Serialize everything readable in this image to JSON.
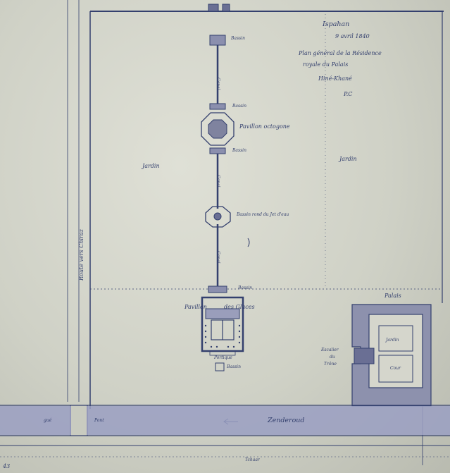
{
  "title_block": {
    "city": "Ispahan",
    "date": "9 avril 1840",
    "line1": "Plan général de la Résidence",
    "line2": "royale du Palais",
    "line3": "Hiné-Khané",
    "initials": "P.C"
  },
  "labels": {
    "bassin_top": "Bassin",
    "canal_upper": "Canal",
    "bassin_2": "Bassin",
    "pavillon_octo": "Pavillon octogone",
    "bassin_3": "Bassin",
    "jardin_left": "Jardin",
    "jardin_right": "Jardin",
    "canal_mid": "Canal",
    "bassin_round": "Bassin rond du Jet d'eau",
    "canal_lower": "Canal",
    "bassin_4": "Bassin",
    "pavillon_glaces_1": "Pavillon",
    "pavillon_glaces_2": "des Glaces",
    "portique": "Portique",
    "bassin_5": "Bassin",
    "palais": "Palais",
    "escalier_1": "Escalier",
    "escalier_2": "du",
    "escalier_3": "Trône",
    "room_1": "Jardin",
    "room_2": "Cour",
    "road": "Route vers Chiraz",
    "river": "Zenderoud",
    "pont_left": "gué",
    "pont_mid": "Pont",
    "bottom_road": "Tchaar",
    "corner_number": "43"
  },
  "colors": {
    "ink": "#34406e",
    "river": "#9a9fc2",
    "paper": "#d6d8cd"
  }
}
